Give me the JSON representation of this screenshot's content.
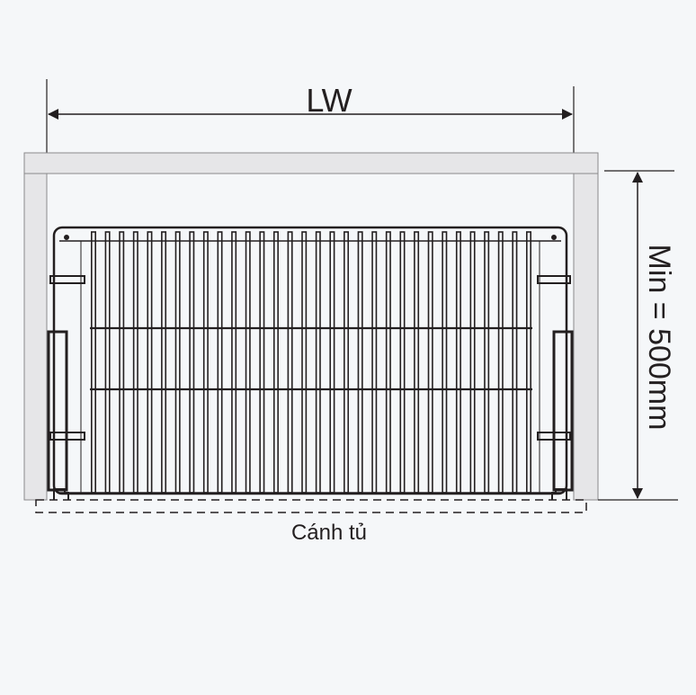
{
  "labels": {
    "width_dimension": "LW",
    "depth_dimension": "Min = 500mm",
    "door_label": "Cánh tủ"
  },
  "basket": {
    "vertical_bar_count": 32,
    "horizontal_rail_count": 2
  },
  "colors": {
    "background": "#f5f7f9",
    "cabinet_fill": "#e6e6e8",
    "line": "#231f20"
  }
}
